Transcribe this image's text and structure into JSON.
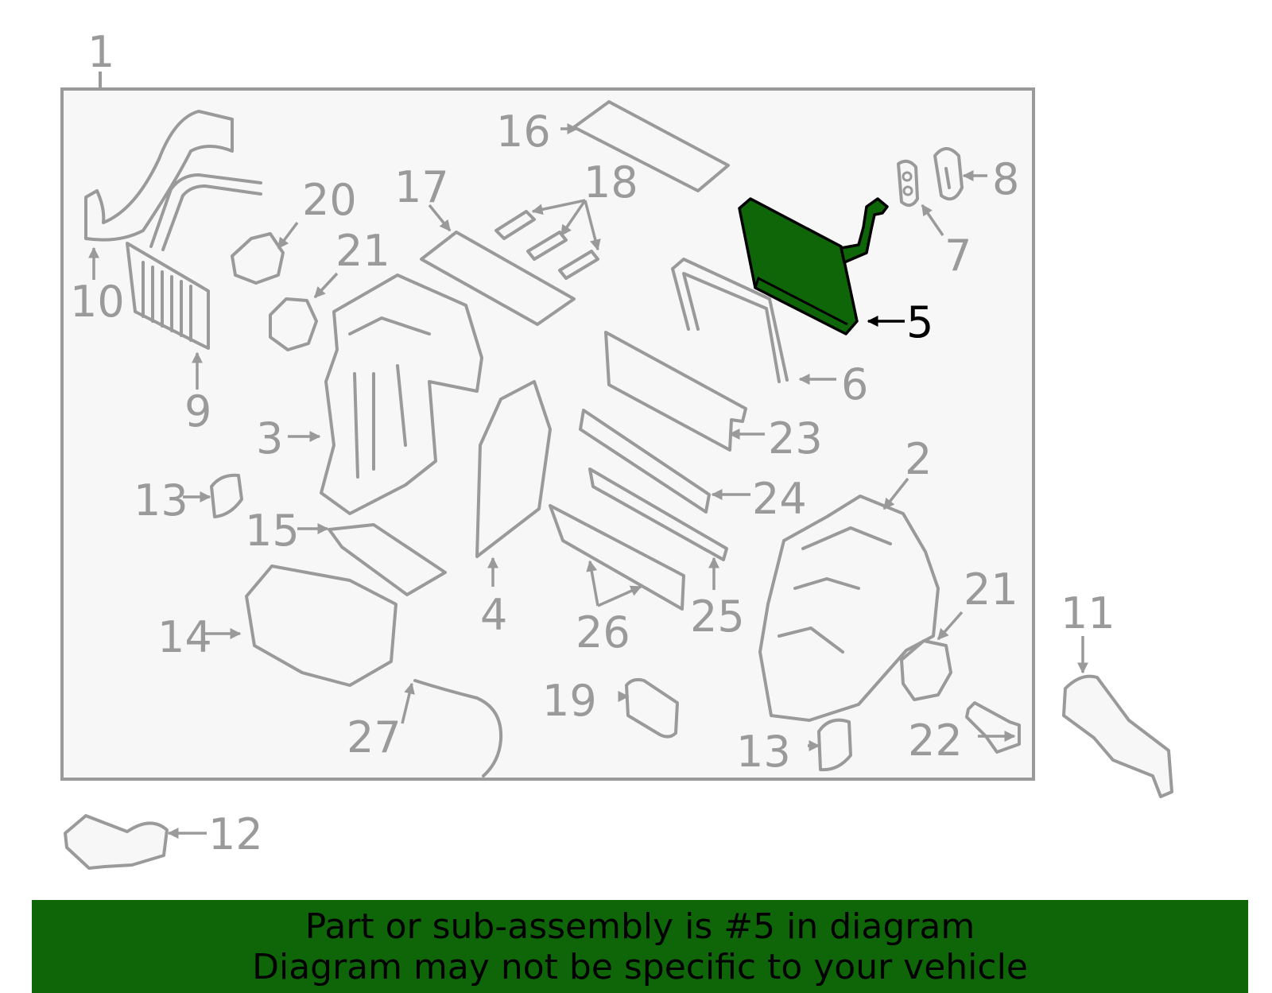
{
  "diagram": {
    "highlight_color": "#0e6609",
    "line_color": "#9a9a9a",
    "callouts": {
      "c1": "1",
      "c2": "2",
      "c3": "3",
      "c4": "4",
      "c5": "5",
      "c6": "6",
      "c7": "7",
      "c8": "8",
      "c9": "9",
      "c10": "10",
      "c11": "11",
      "c12": "12",
      "c13a": "13",
      "c13b": "13",
      "c14": "14",
      "c15": "15",
      "c16": "16",
      "c17": "17",
      "c18": "18",
      "c19": "19",
      "c20": "20",
      "c21a": "21",
      "c21b": "21",
      "c22": "22",
      "c23": "23",
      "c24": "24",
      "c25": "25",
      "c26": "26",
      "c27": "27"
    }
  },
  "banner": {
    "line1": "Part or sub-assembly is #5 in diagram",
    "line2": "Diagram may not be specific to your vehicle"
  }
}
